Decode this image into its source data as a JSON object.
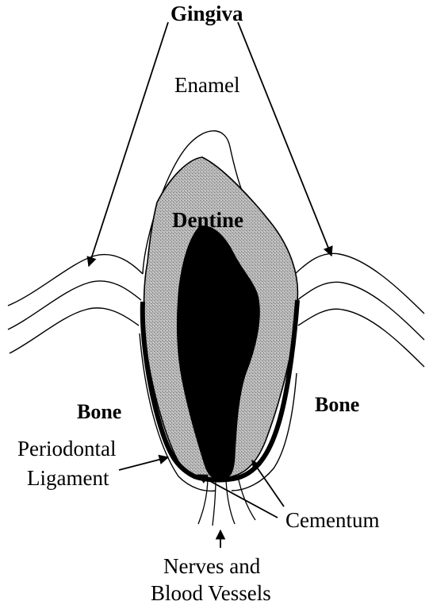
{
  "labels": {
    "gingiva": "Gingiva",
    "enamel": "Enamel",
    "dentine": "Dentine",
    "bone_left": "Bone",
    "bone_right": "Bone",
    "periodontal_line1": "Periodontal",
    "periodontal_line2": "Ligament",
    "cementum": "Cementum",
    "nerves_line1": "Nerves and",
    "nerves_line2": "Blood Vessels"
  },
  "colors": {
    "ink": "#000000",
    "dentine_fill": "#aaaaaa",
    "pulp_fill": "#000000",
    "background": "#ffffff"
  }
}
